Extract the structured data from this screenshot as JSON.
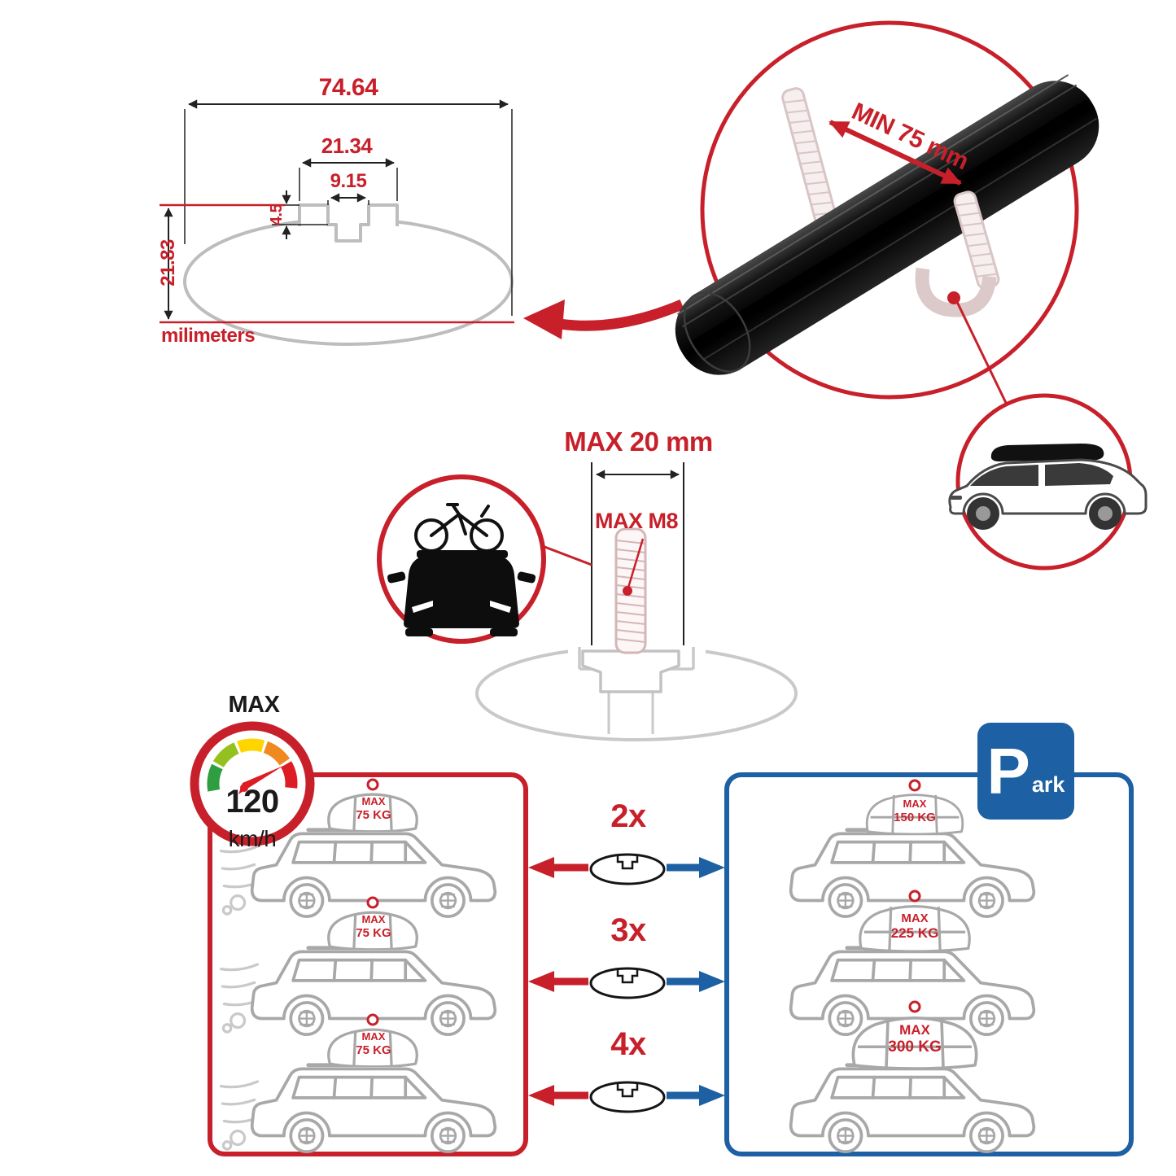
{
  "colors": {
    "red": "#c8202a",
    "blue": "#1d60a4",
    "gray": "#b5b5b5",
    "black": "#1a1a1a"
  },
  "profile_dimensions": {
    "total_width": "74.64",
    "slot_width": "21.34",
    "opening_width": "9.15",
    "lip_depth": "4.5",
    "height": "21.83",
    "unit": "milimeters"
  },
  "clamp_detail": {
    "min_clearance": "MIN 75 mm"
  },
  "bolt_detail": {
    "max_length": "MAX 20 mm",
    "max_thread": "MAX M8"
  },
  "speed_limit": {
    "label": "MAX",
    "value": "120",
    "unit": "km/h"
  },
  "comparison": {
    "multipliers": [
      "2x",
      "3x",
      "4x"
    ],
    "single_bar_loads": [
      {
        "label": "MAX",
        "weight": "75 KG"
      },
      {
        "label": "MAX",
        "weight": "75 KG"
      },
      {
        "label": "MAX",
        "weight": "75 KG"
      }
    ],
    "combined_loads": [
      {
        "label": "MAX",
        "weight": "150 KG"
      },
      {
        "label": "MAX",
        "weight": "225 KG"
      },
      {
        "label": "MAX",
        "weight": "300 KG"
      }
    ],
    "park_sign": {
      "p": "P",
      "rest": "ark"
    }
  }
}
